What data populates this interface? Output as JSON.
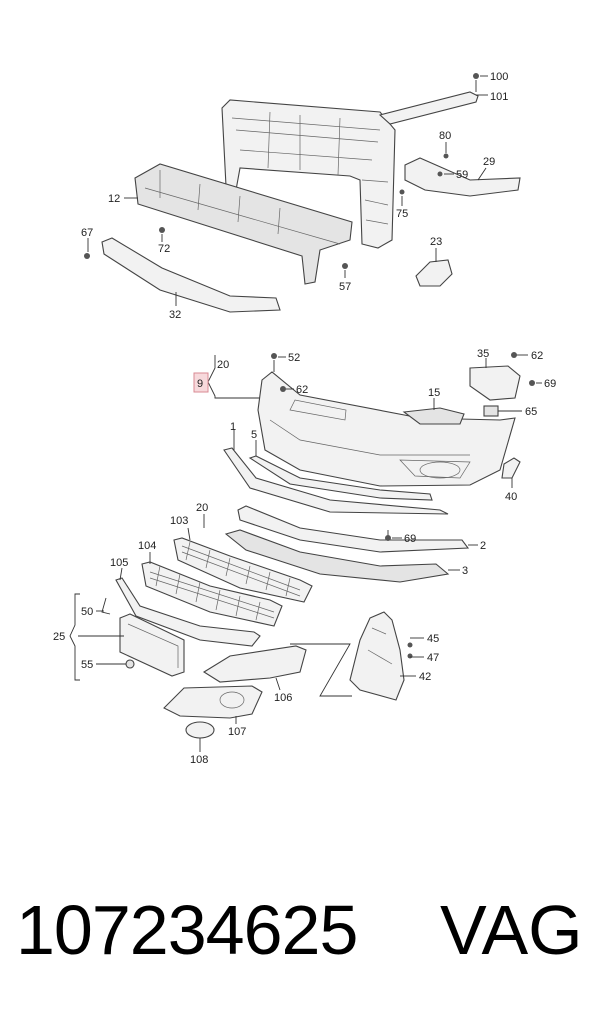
{
  "labels": {
    "l100": "100",
    "l101": "101",
    "l80": "80",
    "l59": "59",
    "l29": "29",
    "l75": "75",
    "l12": "12",
    "l67": "67",
    "l72": "72",
    "l23": "23",
    "l57": "57",
    "l32": "32",
    "l20a": "20",
    "l9": "9",
    "l52": "52",
    "l62a": "62",
    "l35": "35",
    "l62b": "62",
    "l69a": "69",
    "l15": "15",
    "l65": "65",
    "l1": "1",
    "l5": "5",
    "l40": "40",
    "l20b": "20",
    "l103": "103",
    "l69b": "69",
    "l2": "2",
    "l104": "104",
    "l3": "3",
    "l105": "105",
    "l50": "50",
    "l25": "25",
    "l45": "45",
    "l47": "47",
    "l55": "55",
    "l42": "42",
    "l106": "106",
    "l107": "107",
    "l108": "108"
  },
  "footer": {
    "part_number": "107234625",
    "brand": "VAG"
  },
  "colors": {
    "highlight_box": "#f7d9dc",
    "highlight_border": "#d98a93"
  }
}
